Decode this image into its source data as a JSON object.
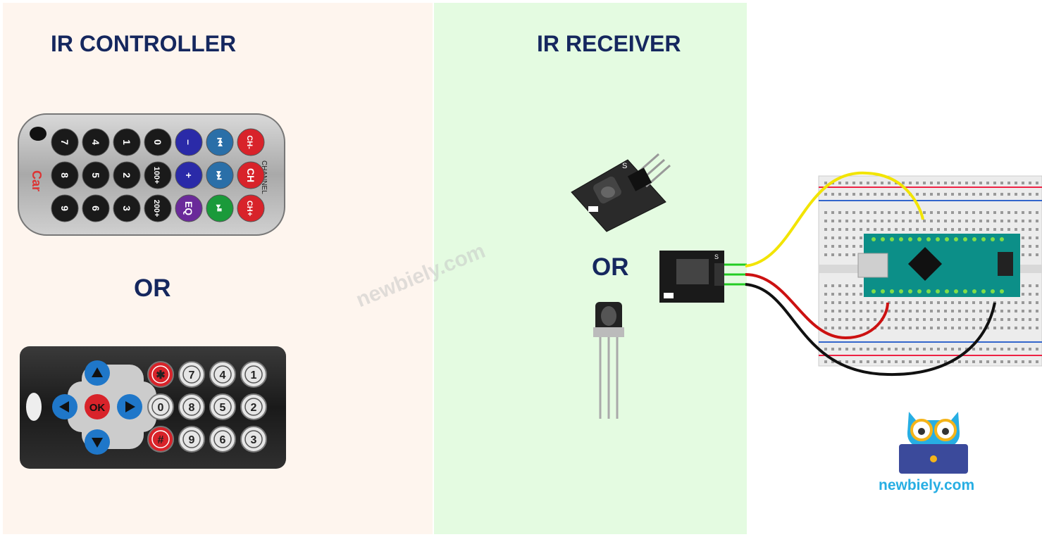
{
  "headings": {
    "controller": "IR CONTROLLER",
    "receiver": "IR RECEIVER"
  },
  "or_label": "OR",
  "brand": "newbiely.com",
  "remote1": {
    "rows": [
      [
        "7",
        "4",
        "1",
        "0",
        "–",
        "⏮",
        "CH-"
      ],
      [
        "8",
        "5",
        "2",
        "100+",
        "+",
        "⏭",
        "CH"
      ],
      [
        "9",
        "6",
        "3",
        "200+",
        "EQ",
        "⏯",
        "CH+"
      ]
    ],
    "side_label": "CHANNEL"
  },
  "remote2": {
    "dpad_center": "OK",
    "keys": [
      [
        "✱",
        "7",
        "4",
        "1"
      ],
      [
        "0",
        "8",
        "5",
        "2"
      ],
      [
        "#",
        "9",
        "6",
        "3"
      ]
    ]
  },
  "module": {
    "pin_label": "S"
  },
  "colors": {
    "heading": "#15275e",
    "left_bg": "#fef5ee",
    "mid_bg": "#e4fbe1",
    "brand": "#27aee3"
  }
}
